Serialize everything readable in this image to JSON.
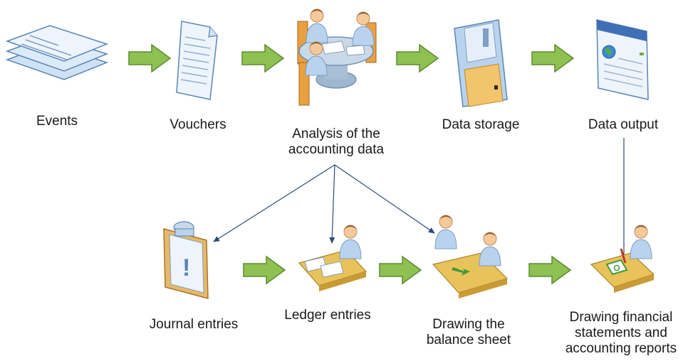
{
  "top_row": [
    {
      "id": "events",
      "label": "Events"
    },
    {
      "id": "vouchers",
      "label": "Vouchers"
    },
    {
      "id": "analysis",
      "label_lines": [
        "Analysis of the",
        "accounting data"
      ]
    },
    {
      "id": "storage",
      "label": "Data storage"
    },
    {
      "id": "output",
      "label": "Data output"
    }
  ],
  "bottom_row": [
    {
      "id": "journal",
      "label": "Journal entries"
    },
    {
      "id": "ledger",
      "label": "Ledger entries"
    },
    {
      "id": "balance",
      "label_lines": [
        "Drawing the",
        "balance sheet"
      ]
    },
    {
      "id": "statements",
      "label_lines": [
        "Drawing financial",
        "statements and",
        "accounting reports"
      ]
    }
  ],
  "colors": {
    "flow_arrow": "#8dc152",
    "flow_arrow_stroke": "#5f8a2e",
    "connector": "#2c4a7a",
    "skin": "#f6c99a",
    "shirt": "#b9d3ee",
    "table": "#e8c25a",
    "paper": "#eef4fb"
  }
}
